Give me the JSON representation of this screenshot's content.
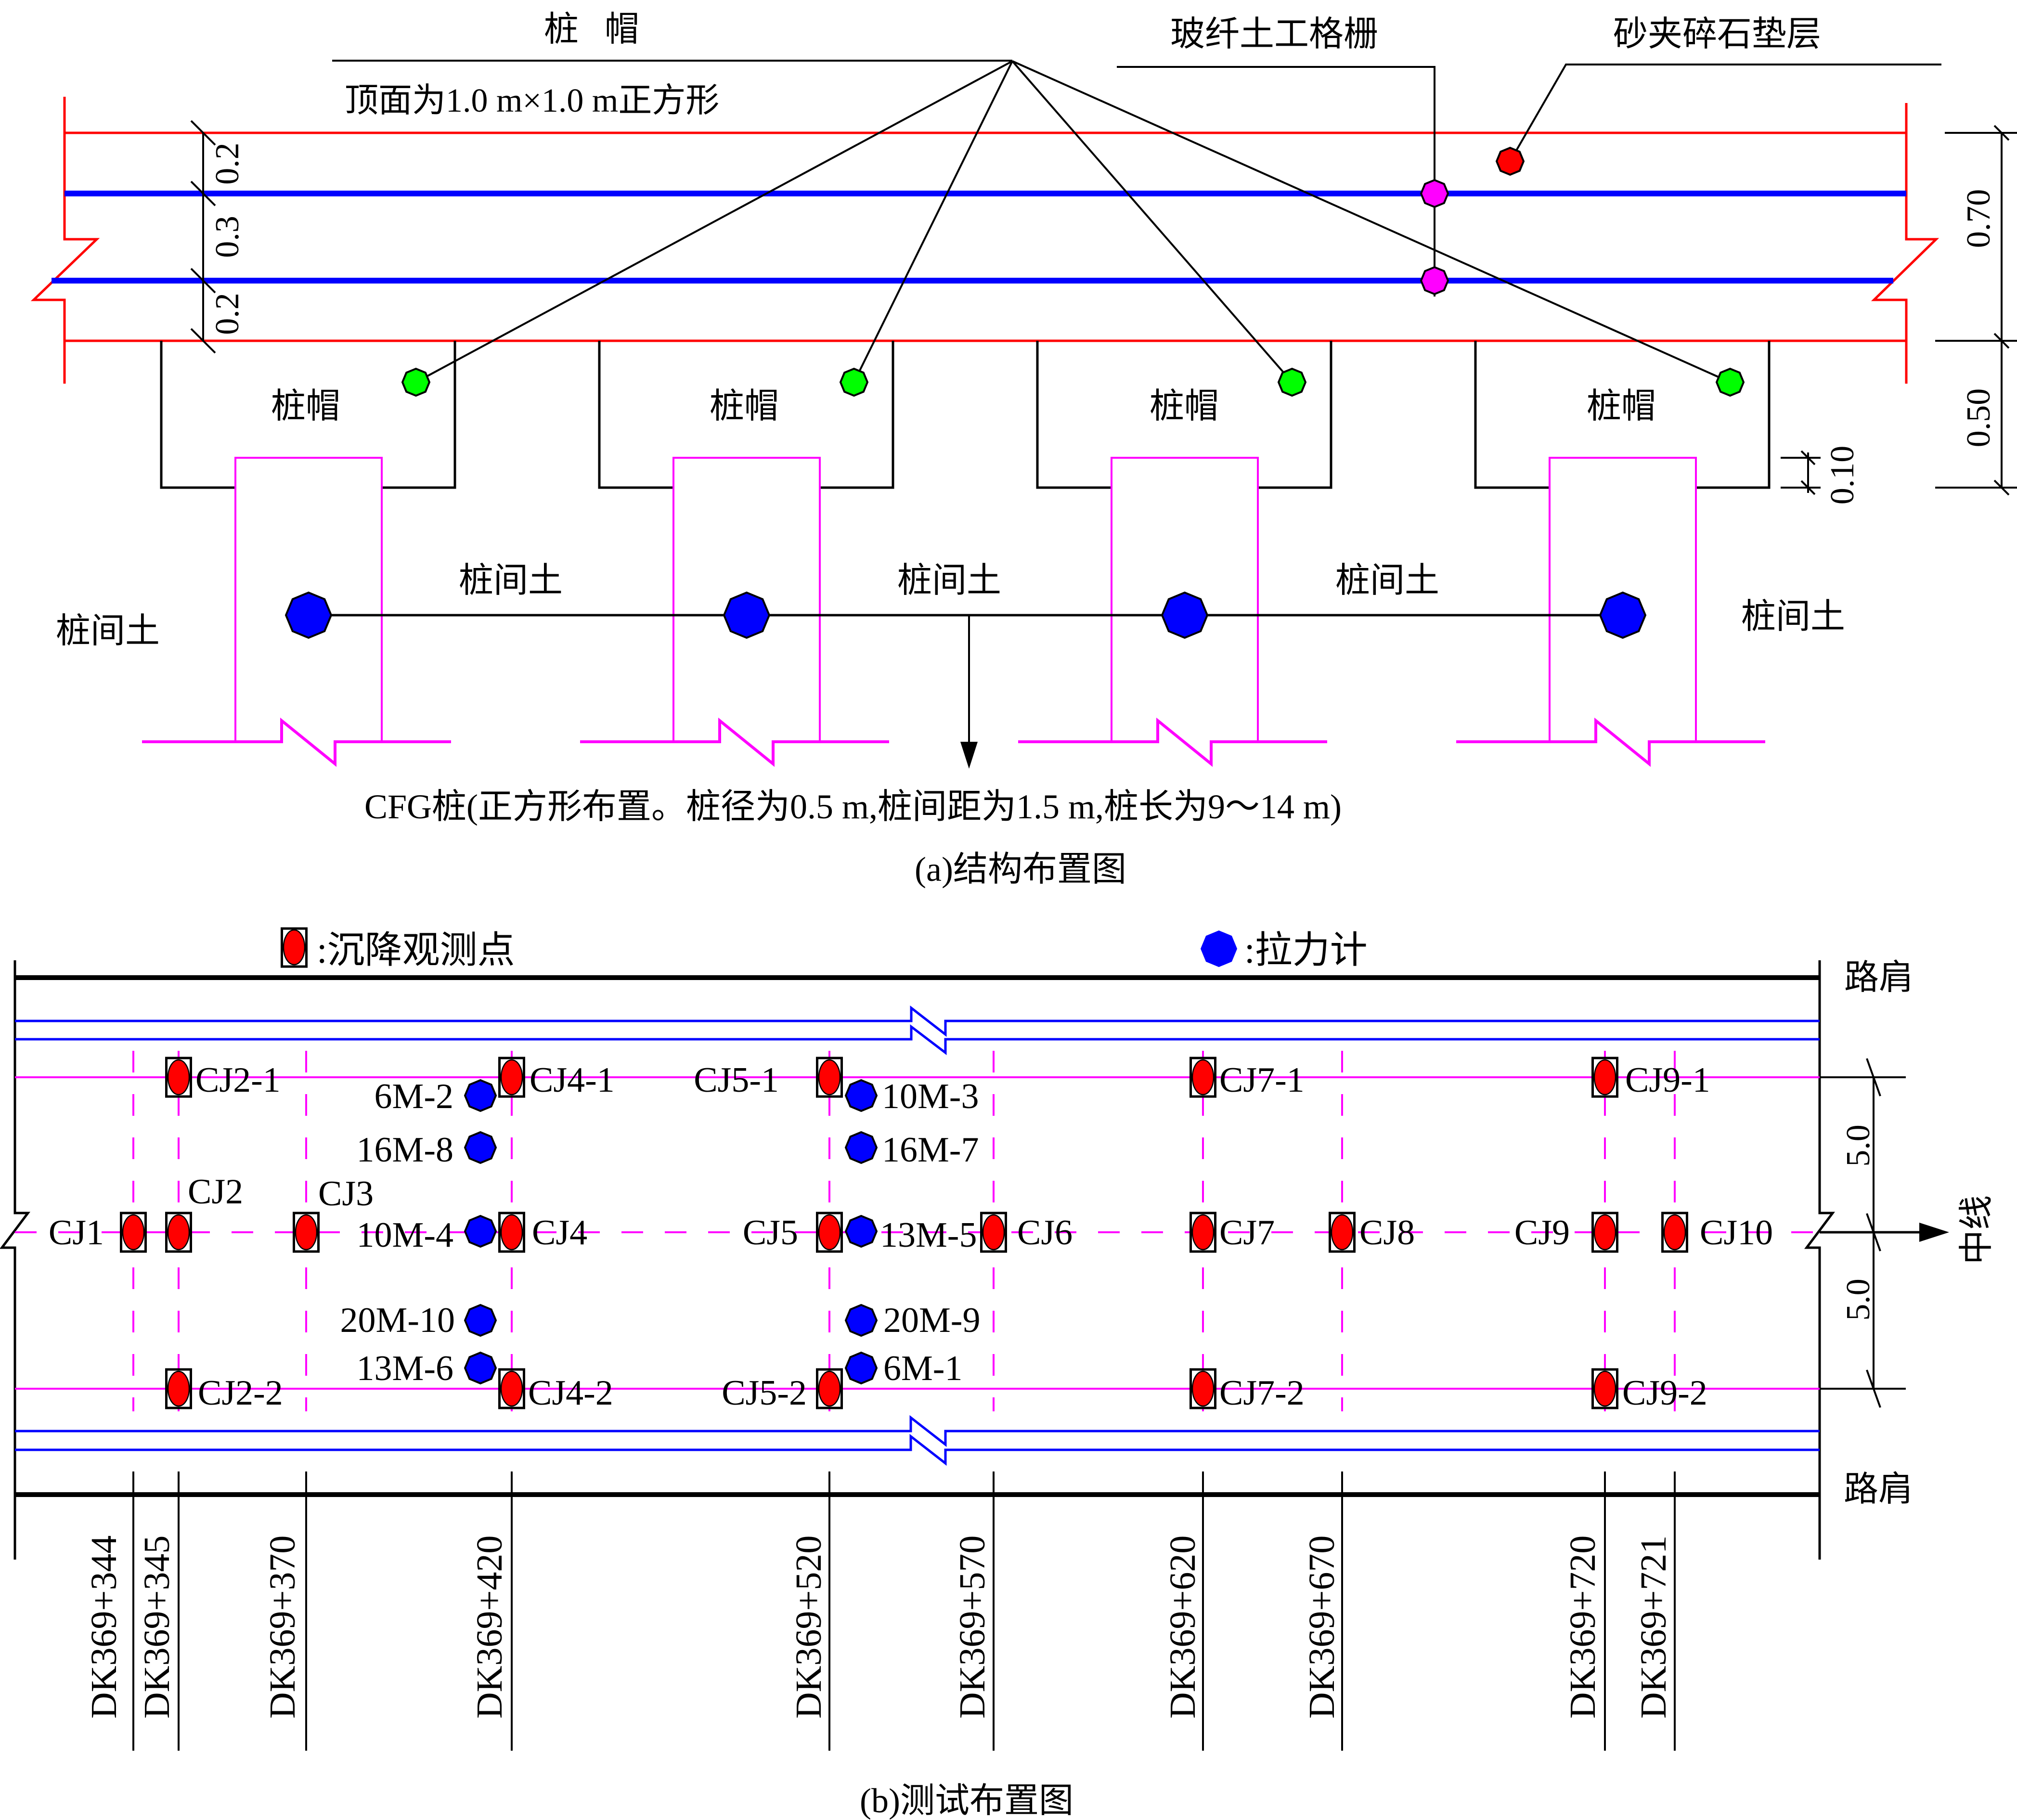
{
  "figure_a": {
    "caption": "(a)结构布置图",
    "labels": {
      "pile_cap_title": "桩 帽",
      "pile_cap_note": "顶面为1.0 m×1.0 m正方形",
      "geogrid": "玻纤土工格栅",
      "cushion": "砂夹碎石垫层",
      "pile_cap": "桩帽",
      "soil_between_piles": "桩间土",
      "cfg_pile_note": "CFG桩(正方形布置。桩径为0.5 m,桩间距为1.5 m,桩长为9～14 m)"
    },
    "dimensions_m": {
      "cushion_layers": [
        "0.2",
        "0.3",
        "0.2"
      ],
      "cushion_total": "0.70",
      "pile_cap_height": "0.50",
      "pile_embedment": "0.10"
    }
  },
  "figure_b": {
    "caption": "(b)测试布置图",
    "legend": [
      {
        "icon": "settlement-marker",
        "label": ":沉降观测点"
      },
      {
        "icon": "tension-gauge",
        "label": ":拉力计"
      }
    ],
    "shoulder_label": "路肩",
    "centerline_label": "中线",
    "half_width_dims": [
      "5.0",
      "5.0"
    ],
    "stations": [
      "DK369+344",
      "DK369+345",
      "DK369+370",
      "DK369+420",
      "DK369+520",
      "DK369+570",
      "DK369+620",
      "DK369+670",
      "DK369+720",
      "DK369+721"
    ],
    "settlement_points": [
      "CJ1",
      "CJ2",
      "CJ2-1",
      "CJ2-2",
      "CJ3",
      "CJ4",
      "CJ4-1",
      "CJ4-2",
      "CJ5",
      "CJ5-1",
      "CJ5-2",
      "CJ6",
      "CJ7",
      "CJ7-1",
      "CJ7-2",
      "CJ8",
      "CJ9",
      "CJ9-1",
      "CJ9-2",
      "CJ10"
    ],
    "tension_gauges": [
      "6M-2",
      "16M-8",
      "10M-4",
      "20M-10",
      "13M-6",
      "10M-3",
      "16M-7",
      "13M-5",
      "20M-9",
      "6M-1"
    ]
  },
  "colors": {
    "line": "#000000",
    "cushion_line": "#FF0000",
    "geogrid": "#0000FF",
    "pile": "#FF00FF",
    "settlement_marker": "#FF0000",
    "tension_gauge": "#0000FF",
    "pile_cap_gauge": "#00FF00",
    "geogrid_gauge": "#FF00FF",
    "cushion_gauge": "#FF0000",
    "soil_gauge": "#0000FF"
  }
}
